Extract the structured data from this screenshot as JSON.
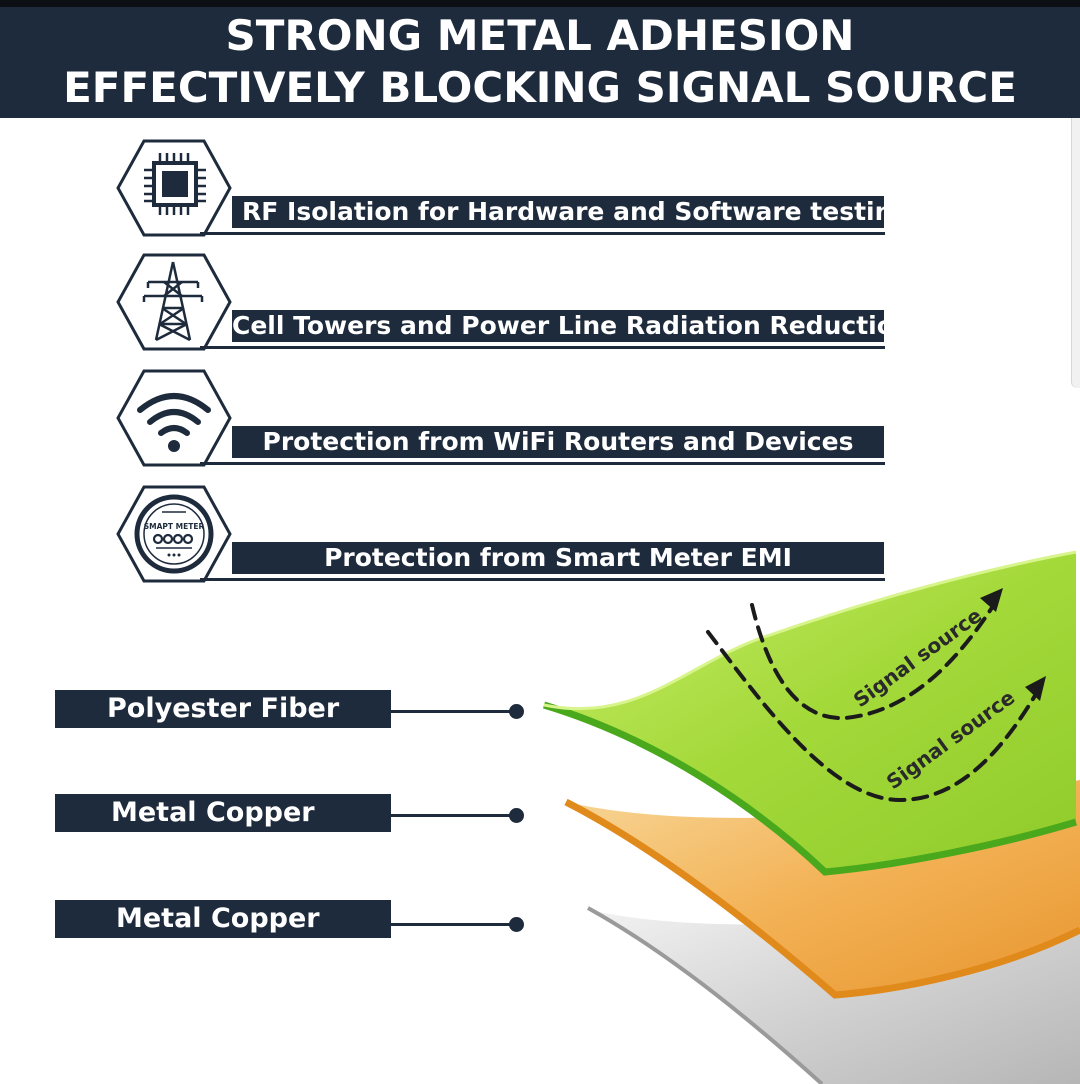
{
  "header": {
    "line1": "STRONG METAL ADHESION",
    "line2": "EFFECTIVELY BLOCKING SIGNAL SOURCE"
  },
  "features": [
    {
      "label": "RF Isolation for Hardware and Software testing",
      "icon": "chip-icon"
    },
    {
      "label": "Cell Towers and Power Line Radiation Reduction",
      "icon": "power-tower-icon"
    },
    {
      "label": "Protection from WiFi Routers and Devices",
      "icon": "wifi-icon"
    },
    {
      "label": "Protection from Smart Meter EMI",
      "icon": "smart-meter-icon"
    }
  ],
  "smart_meter_icon_text": "SMAPT METER",
  "layers": [
    {
      "label": "Polyester Fiber"
    },
    {
      "label": "Metal Copper"
    },
    {
      "label": "Metal Copper"
    }
  ],
  "signal_labels": [
    "Signal source",
    "Signal source"
  ],
  "colors": {
    "navy": "#1e2b3c",
    "green_layer": "#a6d63a",
    "orange_layer": "#f0a946",
    "silver_layer": "#c9c9c9"
  }
}
